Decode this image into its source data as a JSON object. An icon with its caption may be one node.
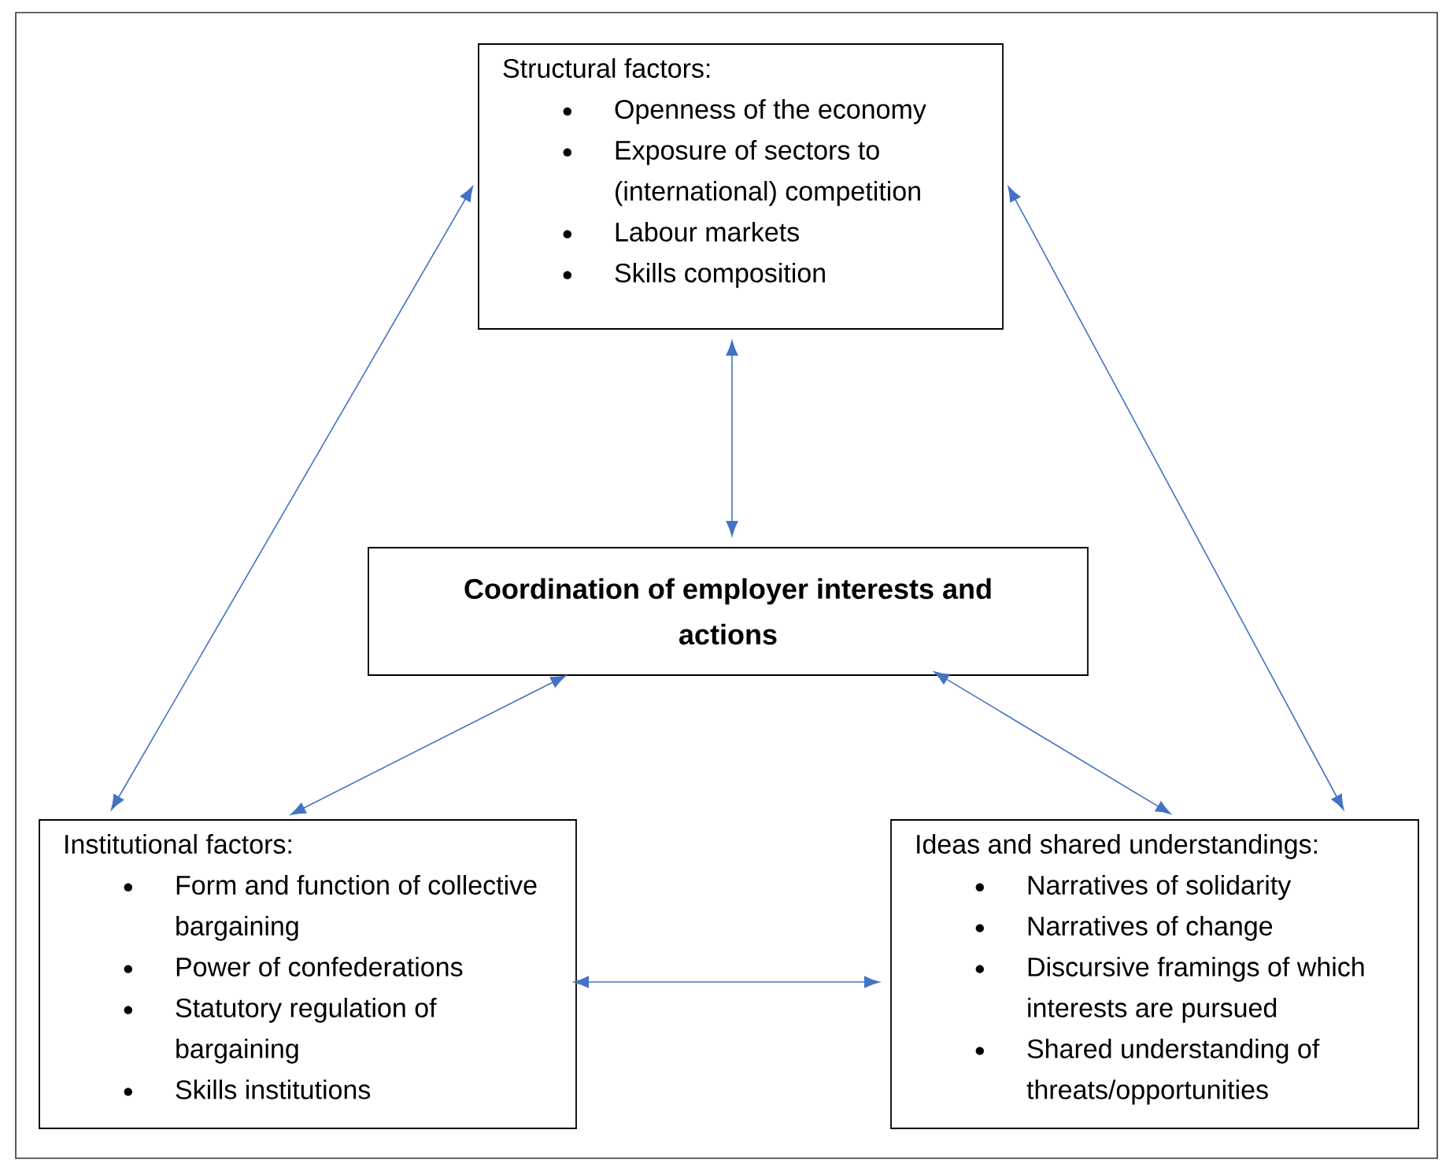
{
  "diagram": {
    "nodes": [
      {
        "text": [
          "Structural factors:",
          "Openness of the economy",
          "Exposure of sectors to (international) competition",
          "Labour markets",
          "Skills composition"
        ]
      },
      {
        "text": [
          "Coordination of employer interests and actions"
        ]
      },
      {
        "text": [
          "Institutional factors:",
          "Form and function of collective bargaining",
          "Power of confederations",
          "Statutory regulation of bargaining",
          "Skills institutions"
        ]
      },
      {
        "text": [
          "Ideas and shared understandings:",
          "Narratives of solidarity",
          "Narratives of change",
          "Discursive framings of which interests are pursued",
          "Shared understanding of threats/opportunities"
        ]
      }
    ],
    "edges": [
      {
        "from": 0,
        "to": 2,
        "arrow": "both"
      },
      {
        "from": 0,
        "to": 3,
        "arrow": "both"
      },
      {
        "from": 0,
        "to": 1,
        "arrow": "both"
      },
      {
        "from": 1,
        "to": 2,
        "arrow": "both"
      },
      {
        "from": 1,
        "to": 3,
        "arrow": "both"
      },
      {
        "from": 2,
        "to": 3,
        "arrow": "both"
      }
    ]
  }
}
